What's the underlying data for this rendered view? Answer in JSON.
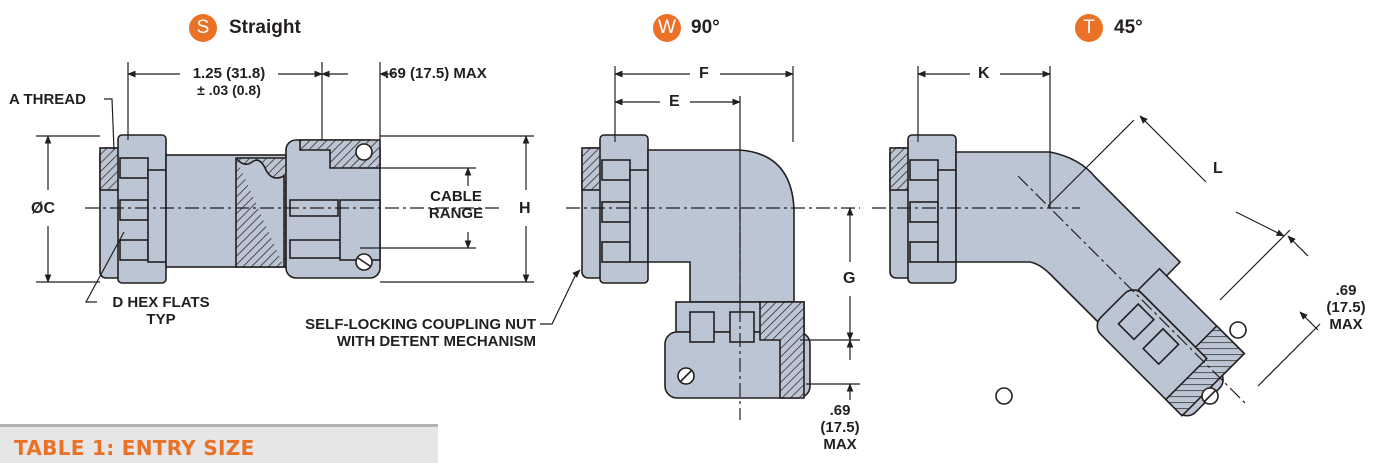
{
  "colors": {
    "accent": "#ea7125",
    "metal": "#bcc5d4",
    "line": "#231f20",
    "table_bg": "#e6e6e6"
  },
  "views": [
    {
      "badge": "S",
      "title": "Straight"
    },
    {
      "badge": "W",
      "title": "90°"
    },
    {
      "badge": "T",
      "title": "45°"
    }
  ],
  "straight": {
    "length_line1": "1.25 (31.8)",
    "length_line2": "± .03 (0.8)",
    "max_len": ".69 (17.5) MAX",
    "a_thread": "A THREAD",
    "dia_c": "ØC",
    "cable_range_1": "CABLE",
    "cable_range_2": "RANGE",
    "h": "H",
    "d_hex_1": "D HEX FLATS",
    "d_hex_2": "TYP"
  },
  "ninety": {
    "f": "F",
    "e": "E",
    "g": "G",
    "nut_1": "SELF-LOCKING COUPLING NUT",
    "nut_2": "WITH DETENT MECHANISM",
    "max_1": ".69",
    "max_2": "(17.5)",
    "max_3": "MAX"
  },
  "fortyfive": {
    "k": "K",
    "l": "L",
    "max_1": ".69",
    "max_2": "(17.5)",
    "max_3": "MAX"
  },
  "table": {
    "title": "TABLE 1: ENTRY SIZE"
  }
}
